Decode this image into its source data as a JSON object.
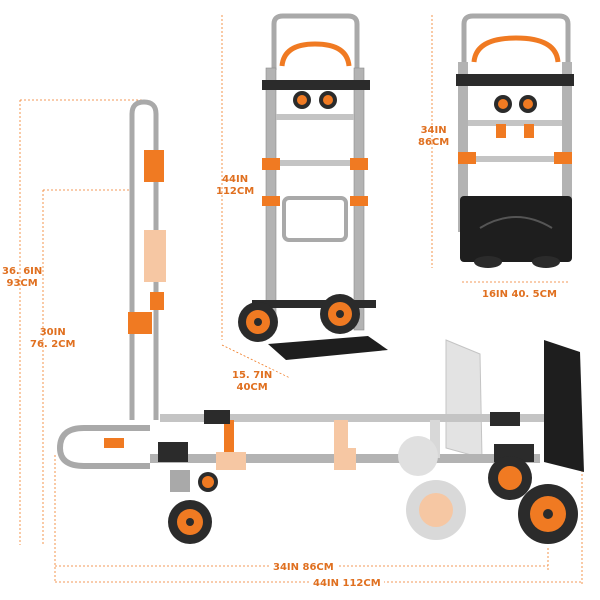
{
  "colors": {
    "accent": "#f07a22",
    "dimension_text": "#e07020",
    "frame": "#a9a9a9",
    "dark": "#2b2b2b",
    "plate": "#1e1e1e"
  },
  "dimensions": {
    "hand_truck_height": {
      "imperial": "44IN",
      "metric": "112CM"
    },
    "plate_depth": {
      "imperial": "15. 7IN",
      "metric": "40CM"
    },
    "folded_height": {
      "imperial": "34IN",
      "metric": "86CM"
    },
    "folded_width": {
      "text": "16IN 40. 5CM"
    },
    "cart_handle_height": {
      "imperial": "36. 6IN",
      "metric": "93CM"
    },
    "cart_deck_height": {
      "imperial": "30IN",
      "metric": "76. 2CM"
    },
    "cart_length_short": {
      "text": "34IN 86CM"
    },
    "cart_length_long": {
      "text": "44IN 112CM"
    }
  }
}
